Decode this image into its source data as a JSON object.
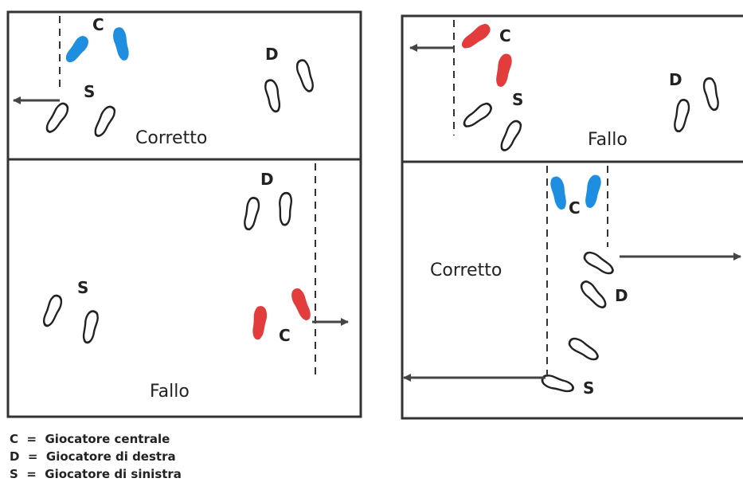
{
  "panels": [
    {
      "id": "tl",
      "caption": "Corretto"
    },
    {
      "id": "tr",
      "caption": "Fallo"
    },
    {
      "id": "bl",
      "caption": "Fallo"
    },
    {
      "id": "br",
      "caption": "Corretto"
    }
  ],
  "player_letters": {
    "center": "C",
    "right": "D",
    "left": "S"
  },
  "legend": [
    {
      "letter": "C",
      "text": "Giocatore centrale"
    },
    {
      "letter": "D",
      "text": "Giocatore di destra"
    },
    {
      "letter": "S",
      "text": "Giocatore di sinistra"
    }
  ],
  "colors": {
    "blue": "#1e8ee0",
    "red": "#e23c3c",
    "line": "#333333",
    "arrow": "#444444"
  }
}
